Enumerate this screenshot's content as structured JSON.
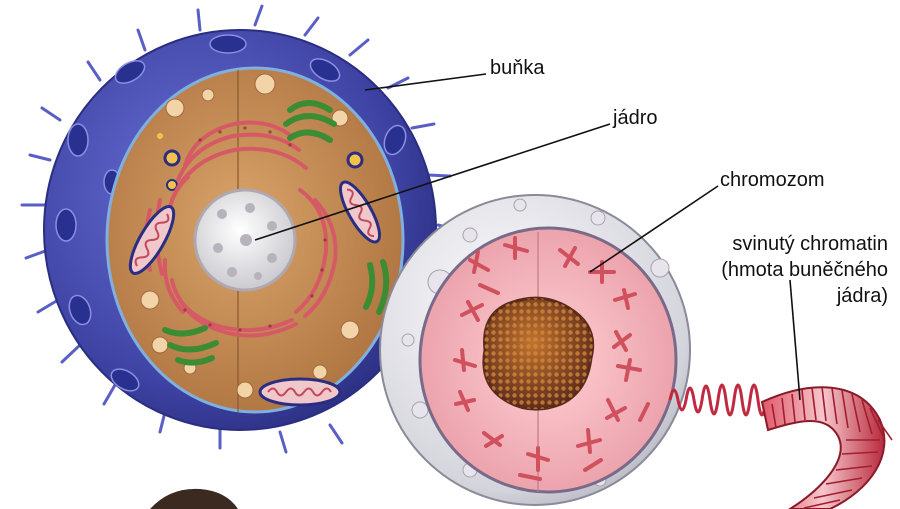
{
  "labels": {
    "cell": "buňka",
    "nucleus": "jádro",
    "chromosome": "chromozom",
    "chromatin_line1": "svinutý chromatin",
    "chromatin_line2": "(hmota buněčného",
    "chromatin_line3": "jádra)"
  },
  "colors": {
    "cell_membrane": "#4a4fb0",
    "cytoplasm": "#c48a52",
    "er": "#d26464",
    "mitochondria": "#3d8a3a",
    "nucleus_shell": "#dcdce4",
    "nucleus_inner": "#f2aab2",
    "nucleolus": "#8a4a2a",
    "chromatin_fiber": "#c23446"
  }
}
